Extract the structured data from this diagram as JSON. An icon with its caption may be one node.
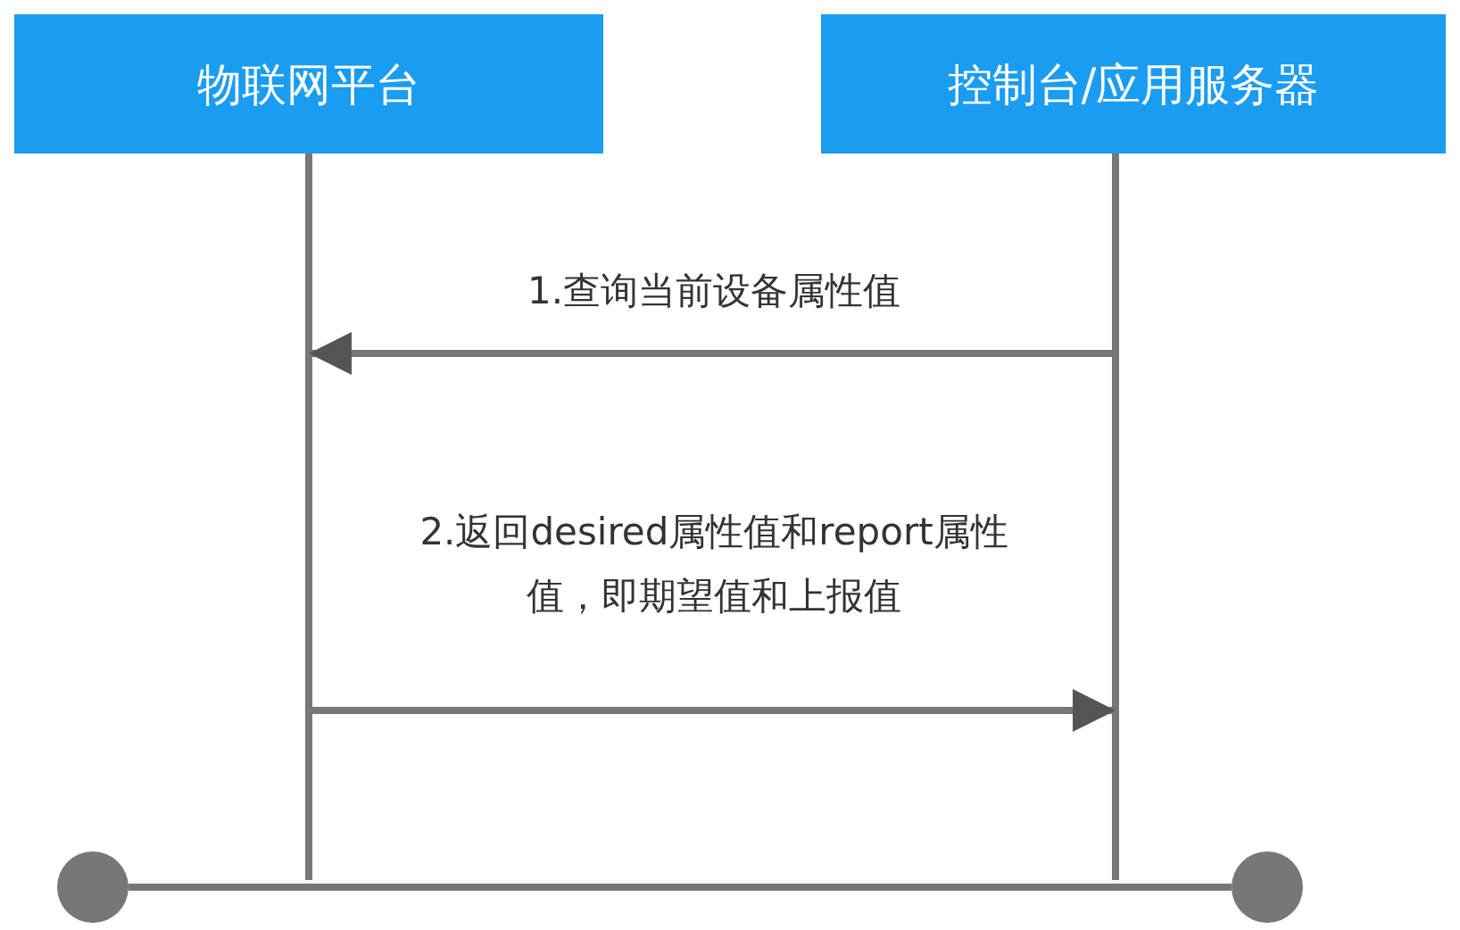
{
  "diagram": {
    "nodes": [
      {
        "text": [
          "物联网平台"
        ]
      },
      {
        "text": [
          "控制台/应用服务器"
        ]
      },
      {
        "text": [],
        "shape": "circle"
      },
      {
        "text": [],
        "shape": "circle"
      }
    ],
    "edges": [
      {
        "from": 1,
        "to": 0,
        "arrow": "to",
        "label": "1.查询当前设备属性值"
      },
      {
        "from": 0,
        "to": 1,
        "arrow": "to",
        "label": "2.返回desired属性值和report属性值，即期望值和上报值"
      },
      {
        "from": 2,
        "to": 3,
        "arrow": "none"
      }
    ]
  }
}
